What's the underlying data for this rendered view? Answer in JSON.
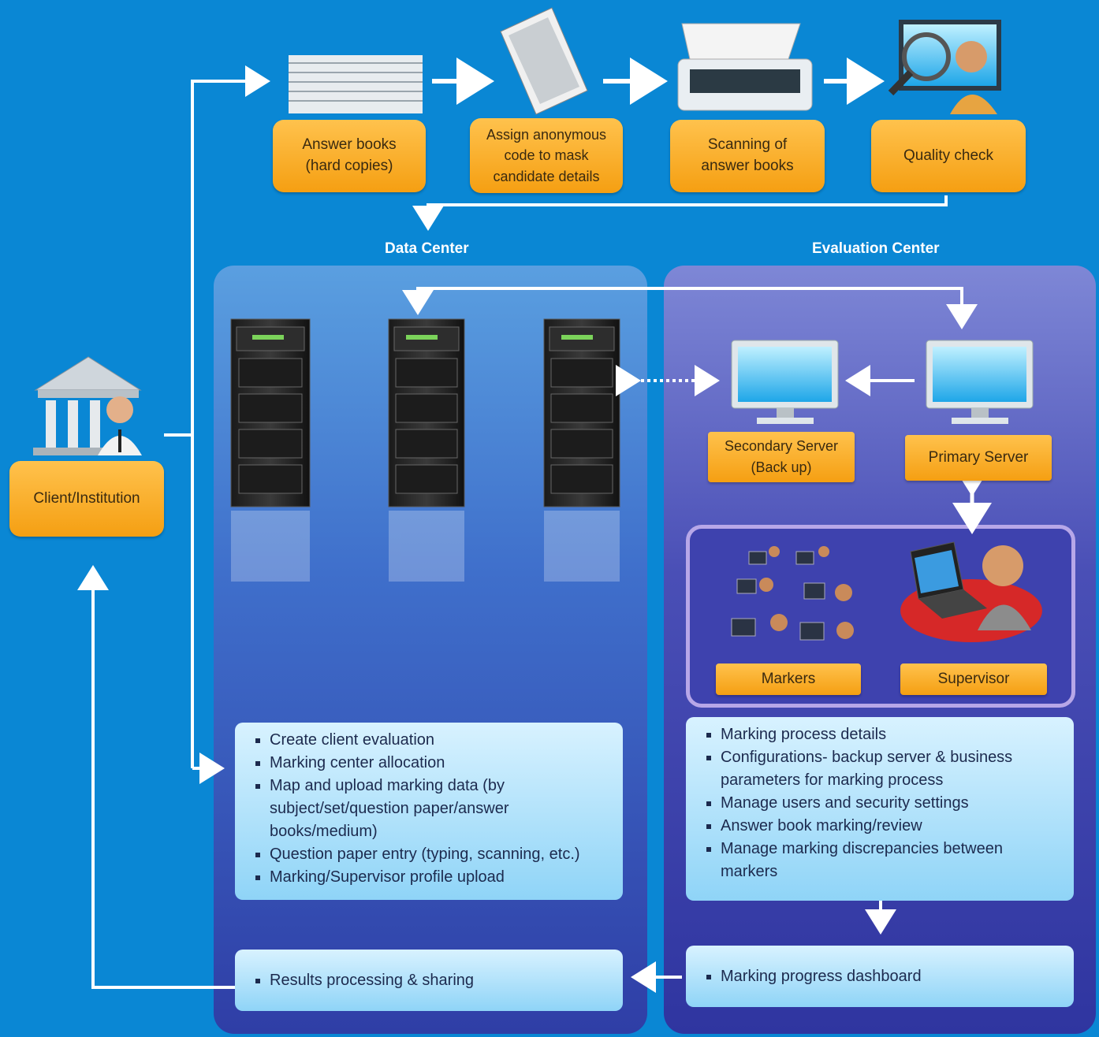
{
  "flow_steps": [
    {
      "label": "Answer books\n(hard copies)"
    },
    {
      "label": "Assign anonymous\ncode to mask\ncandidate details"
    },
    {
      "label": "Scanning of\nanswer books"
    },
    {
      "label": "Quality check"
    }
  ],
  "client": {
    "label": "Client/Institution"
  },
  "data_center": {
    "title": "Data Center",
    "tasks": [
      "Create client evaluation",
      "Marking center allocation",
      "Map and upload marking data (by subject/set/question paper/answer books/medium)",
      "Question paper entry (typing, scanning, etc.)",
      "Marking/Supervisor profile upload"
    ],
    "results": "Results processing & sharing"
  },
  "evaluation_center": {
    "title": "Evaluation Center",
    "secondary_server": "Secondary Server\n(Back up)",
    "primary_server": "Primary Server",
    "markers": "Markers",
    "supervisor": "Supervisor",
    "tasks": [
      "Marking process details",
      "Configurations- backup server & business parameters for marking process",
      "Manage users and security settings",
      "Answer book marking/review",
      "Manage marking discrepancies between markers"
    ],
    "dashboard": "Marking progress dashboard"
  },
  "colors": {
    "background": "#0a87d4",
    "box": "#f7a822",
    "text_box": "#a8e0fb"
  }
}
